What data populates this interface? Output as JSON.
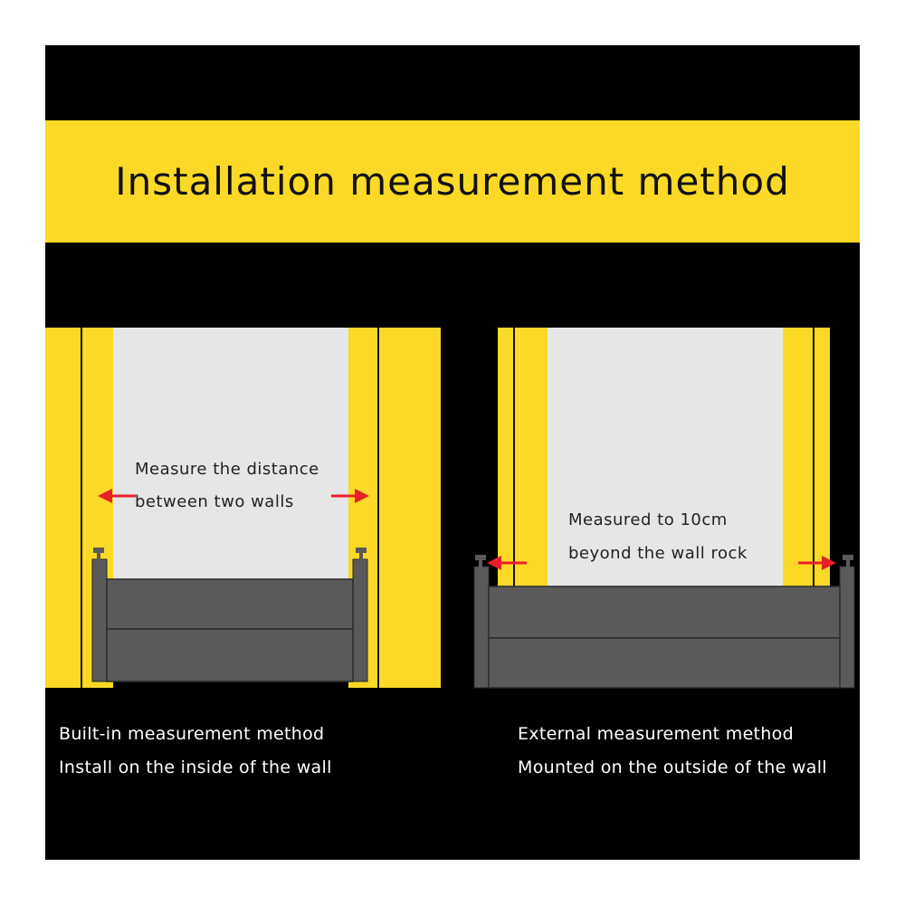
{
  "title": "Installation measurement method",
  "builtin": {
    "note_line1": "Measure the distance",
    "note_line2": "between two walls",
    "caption_line1": "Built-in measurement method",
    "caption_line2": "Install on the inside of the wall"
  },
  "external": {
    "note_line1": "Measured to 10cm",
    "note_line2": "beyond the wall rock",
    "caption_line1": "External measurement method",
    "caption_line2": "Mounted on the outside of the wall"
  },
  "colors": {
    "background": "#000000",
    "wall": "#fbd926",
    "opening": "#e6e6e6",
    "barrier": "#5a5a5a",
    "arrow": "#e8202a"
  }
}
